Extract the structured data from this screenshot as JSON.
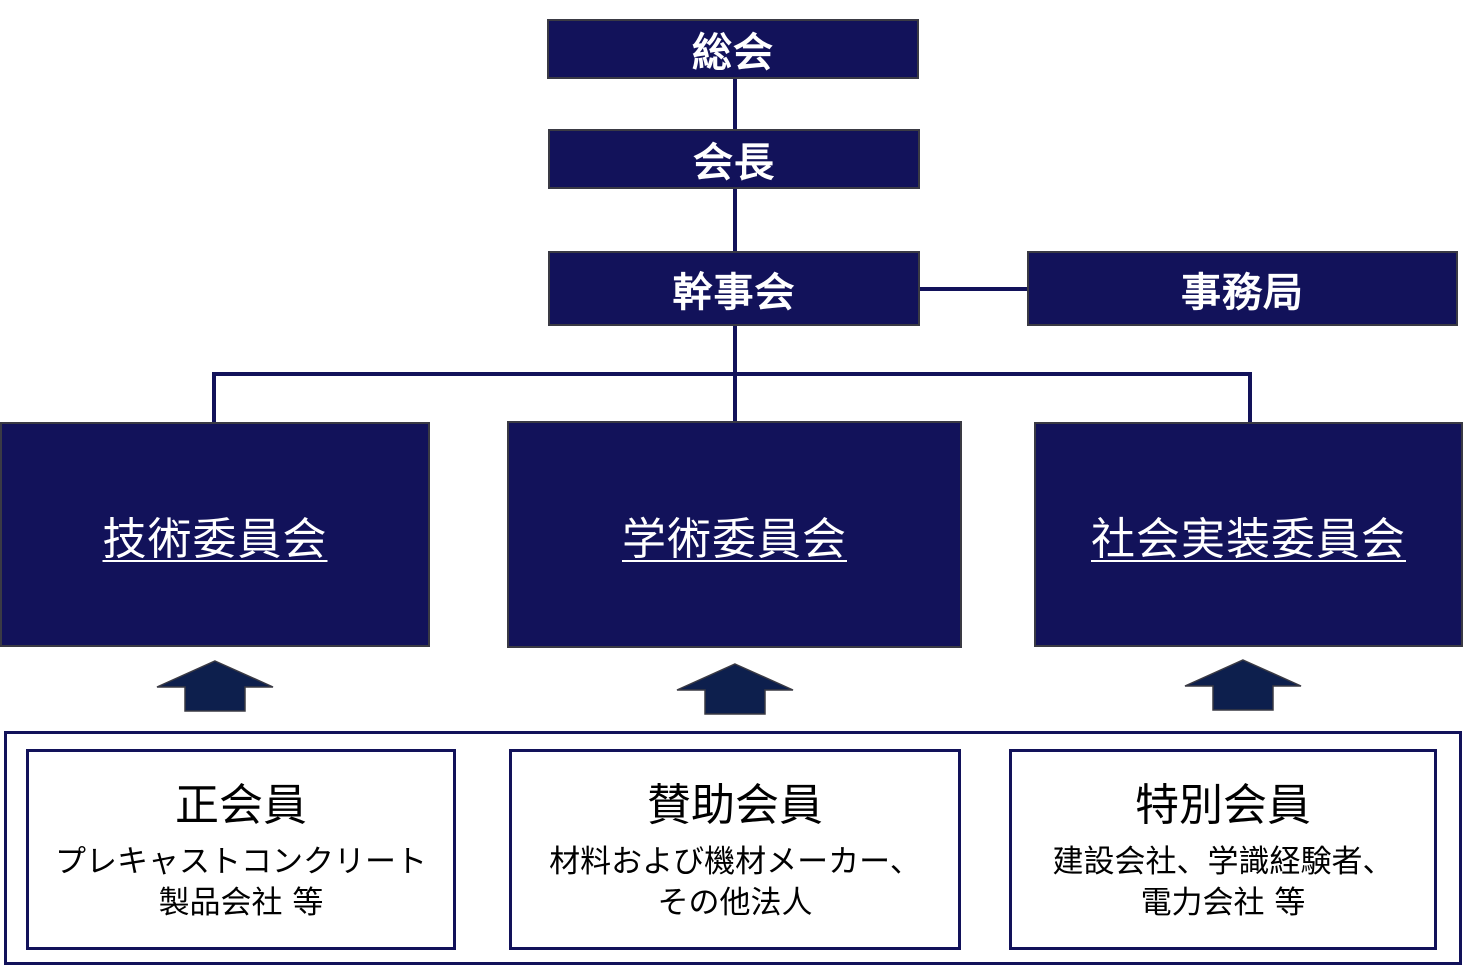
{
  "org": {
    "general_assembly": "総会",
    "chairman": "会長",
    "executive_board": "幹事会",
    "secretariat": "事務局"
  },
  "committees": [
    {
      "label": "技術委員会"
    },
    {
      "label": "学術委員会"
    },
    {
      "label": "社会実装委員会"
    }
  ],
  "members": [
    {
      "title": "正会員",
      "desc_line1": "プレキャストコンクリート",
      "desc_line2": "製品会社 等"
    },
    {
      "title": "賛助会員",
      "desc_line1": "材料および機材メーカー、",
      "desc_line2": "その他法人"
    },
    {
      "title": "特別会員",
      "desc_line1": "建設会社、学識経験者、",
      "desc_line2": "電力会社 等"
    }
  ],
  "colors": {
    "box_fill": "#12125a",
    "box_text": "#ffffff",
    "frame": "#12125a",
    "arrow_fill": "#0d1f4d"
  }
}
